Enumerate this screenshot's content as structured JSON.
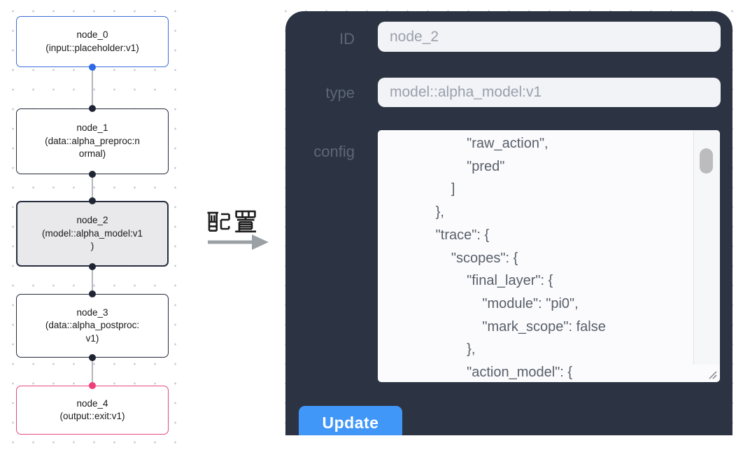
{
  "flow": {
    "nodes": [
      {
        "text": "node_0\n(input::placeholder:v1)"
      },
      {
        "text": "node_1\n(data::alpha_preproc:n\normal)"
      },
      {
        "text": "node_2\n(model::alpha_model:v1\n)"
      },
      {
        "text": "node_3\n(data::alpha_postproc:\nv1)"
      },
      {
        "text": "node_4\n(output::exit:v1)"
      }
    ]
  },
  "arrow": {
    "label": "配置"
  },
  "panel": {
    "id_label": "ID",
    "id_value": "node_2",
    "type_label": "type",
    "type_value": "model::alpha_model:v1",
    "config_label": "config",
    "config_text": "                    \"raw_action\",\n                    \"pred\"\n                ]\n            },\n            \"trace\": {\n                \"scopes\": {\n                    \"final_layer\": {\n                        \"module\": \"pi0\",\n                        \"mark_scope\": false\n                    },\n                    \"action_model\": {",
    "update_label": "Update"
  },
  "colors": {
    "panel_bg": "#2c3443",
    "accent_blue": "#4197f8",
    "node_input_border": "#3a6cd9",
    "node_output_border": "#e34980",
    "node_selected_bg": "#e9e9eb"
  }
}
